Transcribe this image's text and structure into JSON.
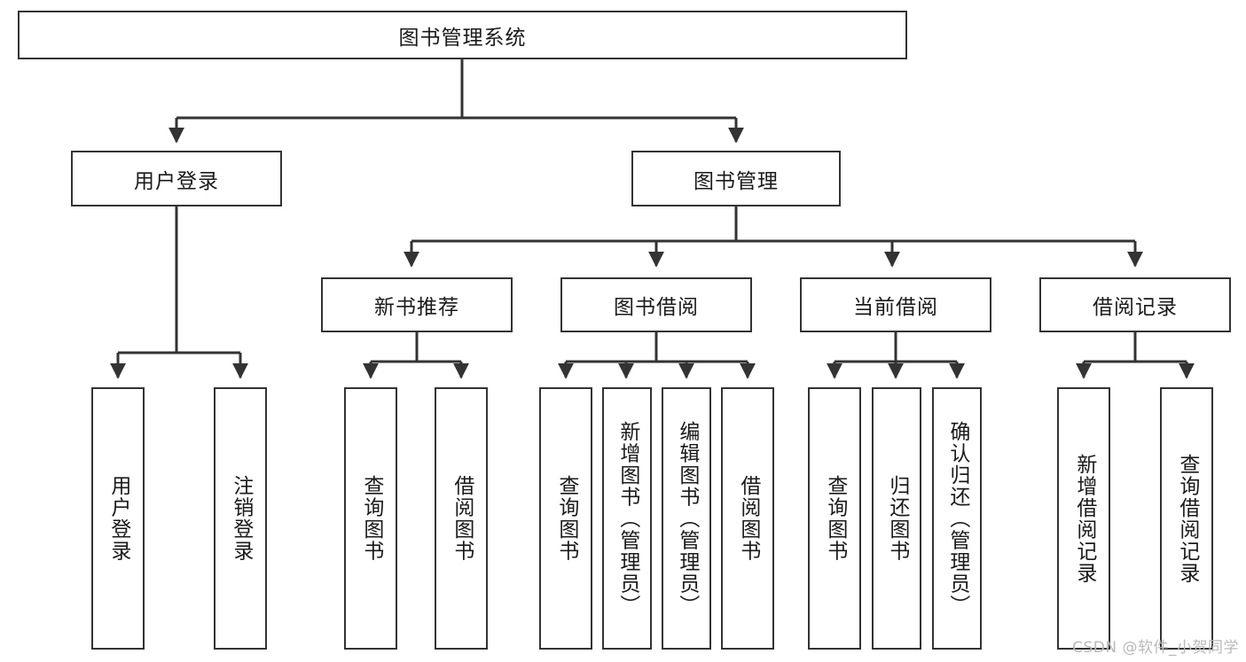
{
  "diagram": {
    "title": "图书管理系统",
    "type": "tree",
    "watermark": "CSDN @软件_小贺同学",
    "colors": {
      "border": "#333333",
      "background": "#ffffff",
      "text": "#1a1a1a",
      "watermark": "#b9b9b9"
    },
    "root": {
      "id": "root",
      "label": "图书管理系统"
    },
    "level2": [
      {
        "id": "user-login",
        "label": "用户登录"
      },
      {
        "id": "book-manage",
        "label": "图书管理"
      }
    ],
    "level3": [
      {
        "id": "new-book-recommend",
        "label": "新书推荐",
        "parent": "book-manage"
      },
      {
        "id": "book-borrow",
        "label": "图书借阅",
        "parent": "book-manage"
      },
      {
        "id": "current-borrow",
        "label": "当前借阅",
        "parent": "book-manage"
      },
      {
        "id": "borrow-record",
        "label": "借阅记录",
        "parent": "book-manage"
      }
    ],
    "leaves": [
      {
        "id": "leaf-user-login",
        "label": "用户登录",
        "parent": "user-login"
      },
      {
        "id": "leaf-user-logout",
        "label": "注销登录",
        "parent": "user-login"
      },
      {
        "id": "leaf-query-book-1",
        "label": "查询图书",
        "parent": "new-book-recommend"
      },
      {
        "id": "leaf-borrow-book-1",
        "label": "借阅图书",
        "parent": "new-book-recommend"
      },
      {
        "id": "leaf-query-book-2",
        "label": "查询图书",
        "parent": "book-borrow"
      },
      {
        "id": "leaf-add-book",
        "label": "新增图书（管理员）",
        "parent": "book-borrow"
      },
      {
        "id": "leaf-edit-book",
        "label": "编辑图书（管理员）",
        "parent": "book-borrow"
      },
      {
        "id": "leaf-borrow-book-2",
        "label": "借阅图书",
        "parent": "book-borrow"
      },
      {
        "id": "leaf-query-book-3",
        "label": "查询图书",
        "parent": "current-borrow"
      },
      {
        "id": "leaf-return-book",
        "label": "归还图书",
        "parent": "current-borrow"
      },
      {
        "id": "leaf-confirm-return",
        "label": "确认归还（管理员）",
        "parent": "current-borrow"
      },
      {
        "id": "leaf-add-record",
        "label": "新增借阅记录",
        "parent": "borrow-record"
      },
      {
        "id": "leaf-query-record",
        "label": "查询借阅记录",
        "parent": "borrow-record"
      }
    ]
  }
}
